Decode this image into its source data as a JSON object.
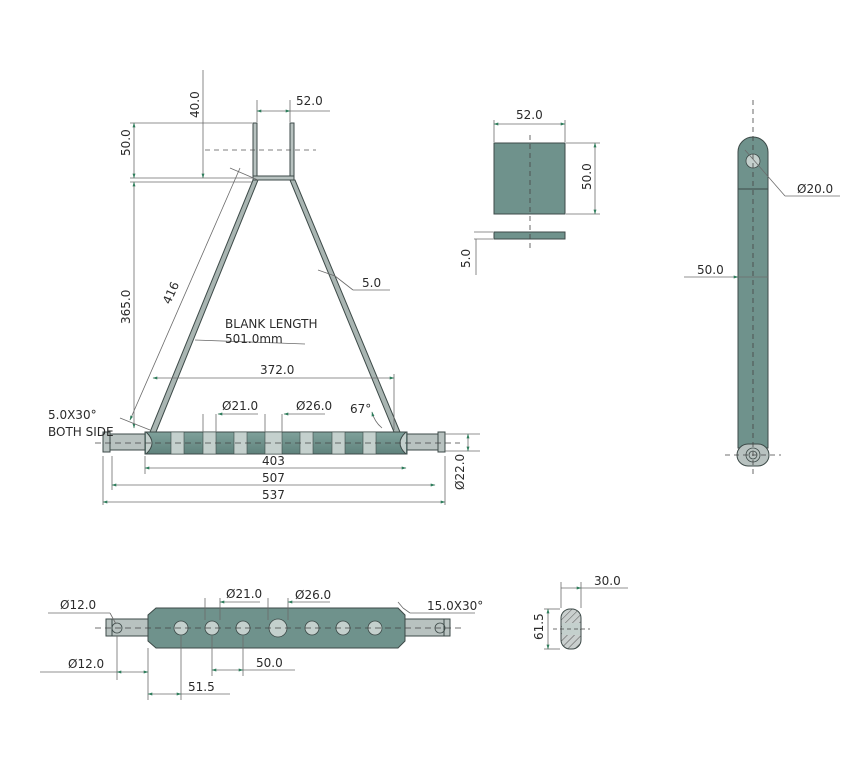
{
  "drawing": {
    "colors": {
      "part_fill": "#6f928c",
      "part_light": "#c4d0cd",
      "pin_fill": "#b8c2c0",
      "outline": "#3d4a48",
      "dim_line": "#6b6b6b",
      "arrow": "#2e7d5b",
      "text": "#2b2b2b"
    },
    "front_view": {
      "top_width": "52.0",
      "top_hole_offset": "40.0",
      "top_height": "50.0",
      "total_height": "365.0",
      "leg_length": "416",
      "plate_thickness": "5.0",
      "blank_length_label": "BLANK LENGTH",
      "blank_length_value": "501.0mm",
      "leg_span": "372.0",
      "angle": "67°",
      "small_hole": "Ø21.0",
      "large_hole": "Ø26.0",
      "chamfer_line1": "5.0X30°",
      "chamfer_line2": "BOTH SIDE",
      "bar_length": "403",
      "length_mid": "507",
      "length_total": "537",
      "shaft_dia": "Ø22.0"
    },
    "plate_view": {
      "width": "52.0",
      "height": "50.0",
      "thickness": "5.0"
    },
    "side_view": {
      "hole_dia": "Ø20.0",
      "width": "50.0"
    },
    "top_view": {
      "pin_hole_left": "Ø12.0",
      "small_hole": "Ø21.0",
      "large_hole": "Ø26.0",
      "chamfer": "15.0X30°",
      "pin_dia_bottom": "Ø12.0",
      "hole_pitch": "50.0",
      "first_hole_offset": "51.5"
    },
    "section_view": {
      "width": "30.0",
      "height": "61.5"
    }
  }
}
